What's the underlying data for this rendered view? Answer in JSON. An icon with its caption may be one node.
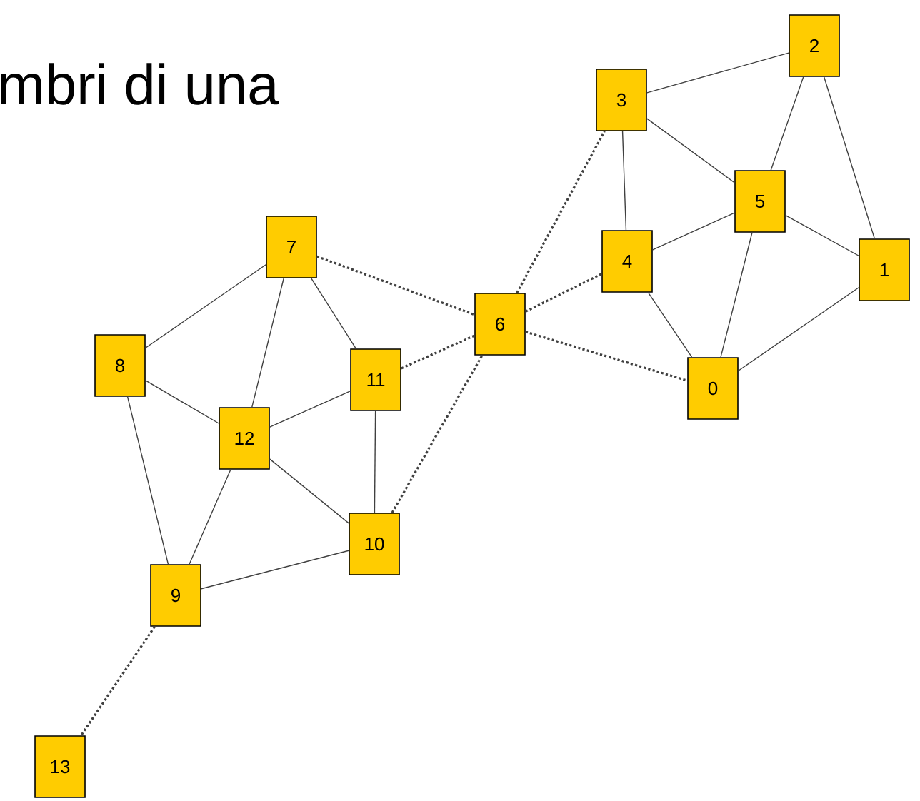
{
  "diagram": {
    "title": "mbri di una",
    "nodes": [
      {
        "text": [
          "0"
        ]
      },
      {
        "text": [
          "1"
        ]
      },
      {
        "text": [
          "2"
        ]
      },
      {
        "text": [
          "3"
        ]
      },
      {
        "text": [
          "4"
        ]
      },
      {
        "text": [
          "5"
        ]
      },
      {
        "text": [
          "6"
        ]
      },
      {
        "text": [
          "7"
        ]
      },
      {
        "text": [
          "8"
        ]
      },
      {
        "text": [
          "9"
        ]
      },
      {
        "text": [
          "10"
        ]
      },
      {
        "text": [
          "11"
        ]
      },
      {
        "text": [
          "12"
        ]
      },
      {
        "text": [
          "13"
        ]
      }
    ],
    "edges": [
      {
        "from": 3,
        "to": 2,
        "arrow": "none"
      },
      {
        "from": 2,
        "to": 5,
        "arrow": "none"
      },
      {
        "from": 2,
        "to": 1,
        "arrow": "none"
      },
      {
        "from": 3,
        "to": 5,
        "arrow": "none"
      },
      {
        "from": 3,
        "to": 4,
        "arrow": "none"
      },
      {
        "from": 4,
        "to": 5,
        "arrow": "none"
      },
      {
        "from": 5,
        "to": 1,
        "arrow": "none"
      },
      {
        "from": 4,
        "to": 0,
        "arrow": "none"
      },
      {
        "from": 5,
        "to": 0,
        "arrow": "none"
      },
      {
        "from": 0,
        "to": 1,
        "arrow": "none"
      },
      {
        "from": 6,
        "to": 3,
        "arrow": "none",
        "style": "dashed"
      },
      {
        "from": 6,
        "to": 4,
        "arrow": "none",
        "style": "dashed"
      },
      {
        "from": 6,
        "to": 0,
        "arrow": "none",
        "style": "dashed"
      },
      {
        "from": 7,
        "to": 6,
        "arrow": "none",
        "style": "dashed"
      },
      {
        "from": 11,
        "to": 6,
        "arrow": "none",
        "style": "dashed"
      },
      {
        "from": 10,
        "to": 6,
        "arrow": "none",
        "style": "dashed"
      },
      {
        "from": 7,
        "to": 8,
        "arrow": "none"
      },
      {
        "from": 7,
        "to": 12,
        "arrow": "none"
      },
      {
        "from": 7,
        "to": 11,
        "arrow": "none"
      },
      {
        "from": 8,
        "to": 12,
        "arrow": "none"
      },
      {
        "from": 8,
        "to": 9,
        "arrow": "none"
      },
      {
        "from": 12,
        "to": 11,
        "arrow": "none"
      },
      {
        "from": 12,
        "to": 10,
        "arrow": "none"
      },
      {
        "from": 12,
        "to": 9,
        "arrow": "none"
      },
      {
        "from": 11,
        "to": 10,
        "arrow": "none"
      },
      {
        "from": 9,
        "to": 10,
        "arrow": "none"
      },
      {
        "from": 9,
        "to": 13,
        "arrow": "none",
        "style": "dashed"
      }
    ]
  }
}
